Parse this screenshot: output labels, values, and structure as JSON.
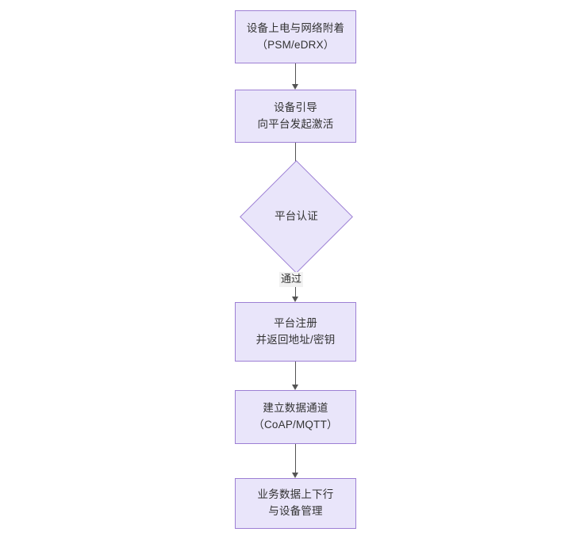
{
  "diagram": {
    "type": "flowchart",
    "orientation": "top-to-bottom",
    "title": "",
    "theme": {
      "node_fill": "#e9e5fa",
      "node_border": "#9d7fd4",
      "text_color": "#333333",
      "edge_color": "#545454",
      "edge_label_background": "#f2f2f2",
      "canvas_background": "#ffffff"
    },
    "nodes": [
      {
        "id": "n1",
        "shape": "rectangle",
        "lines": [
          "设备上电与网络附着",
          "（PSM/eDRX）"
        ]
      },
      {
        "id": "n2",
        "shape": "rectangle",
        "lines": [
          "设备引导",
          "向平台发起激活"
        ]
      },
      {
        "id": "n3",
        "shape": "diamond",
        "lines": [
          "平台认证"
        ]
      },
      {
        "id": "n4",
        "shape": "rectangle",
        "lines": [
          "平台注册",
          "并返回地址/密钥"
        ]
      },
      {
        "id": "n5",
        "shape": "rectangle",
        "lines": [
          "建立数据通道",
          "（CoAP/MQTT）"
        ]
      },
      {
        "id": "n6",
        "shape": "rectangle",
        "lines": [
          "业务数据上下行",
          "与设备管理"
        ]
      }
    ],
    "edges": [
      {
        "id": "e1",
        "from": "n1",
        "to": "n2",
        "label": ""
      },
      {
        "id": "e2",
        "from": "n2",
        "to": "n3",
        "label": ""
      },
      {
        "id": "e3",
        "from": "n3",
        "to": "n4",
        "label": "通过"
      },
      {
        "id": "e4",
        "from": "n4",
        "to": "n5",
        "label": ""
      },
      {
        "id": "e5",
        "from": "n5",
        "to": "n6",
        "label": ""
      }
    ]
  }
}
